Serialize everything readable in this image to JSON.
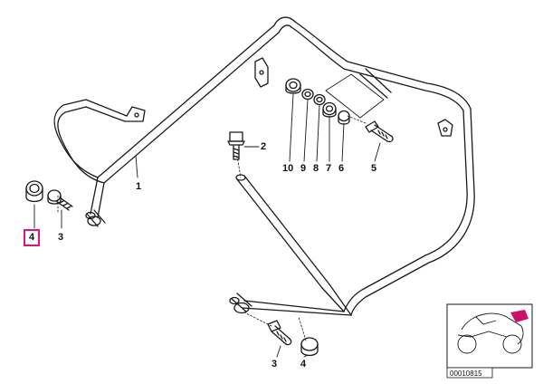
{
  "callouts": {
    "c1": "1",
    "c2": "2",
    "c3_left": "3",
    "c4_left": "4",
    "c5": "5",
    "c6": "6",
    "c7": "7",
    "c8": "8",
    "c9": "9",
    "c10": "10",
    "c3_bottom": "3",
    "c4_bottom": "4"
  },
  "thumbnail": {
    "reference_code": "00010815"
  },
  "colors": {
    "highlight": "#e0147a",
    "line": "#1a1a1a",
    "thumbnail_accent": "#cc1166"
  }
}
